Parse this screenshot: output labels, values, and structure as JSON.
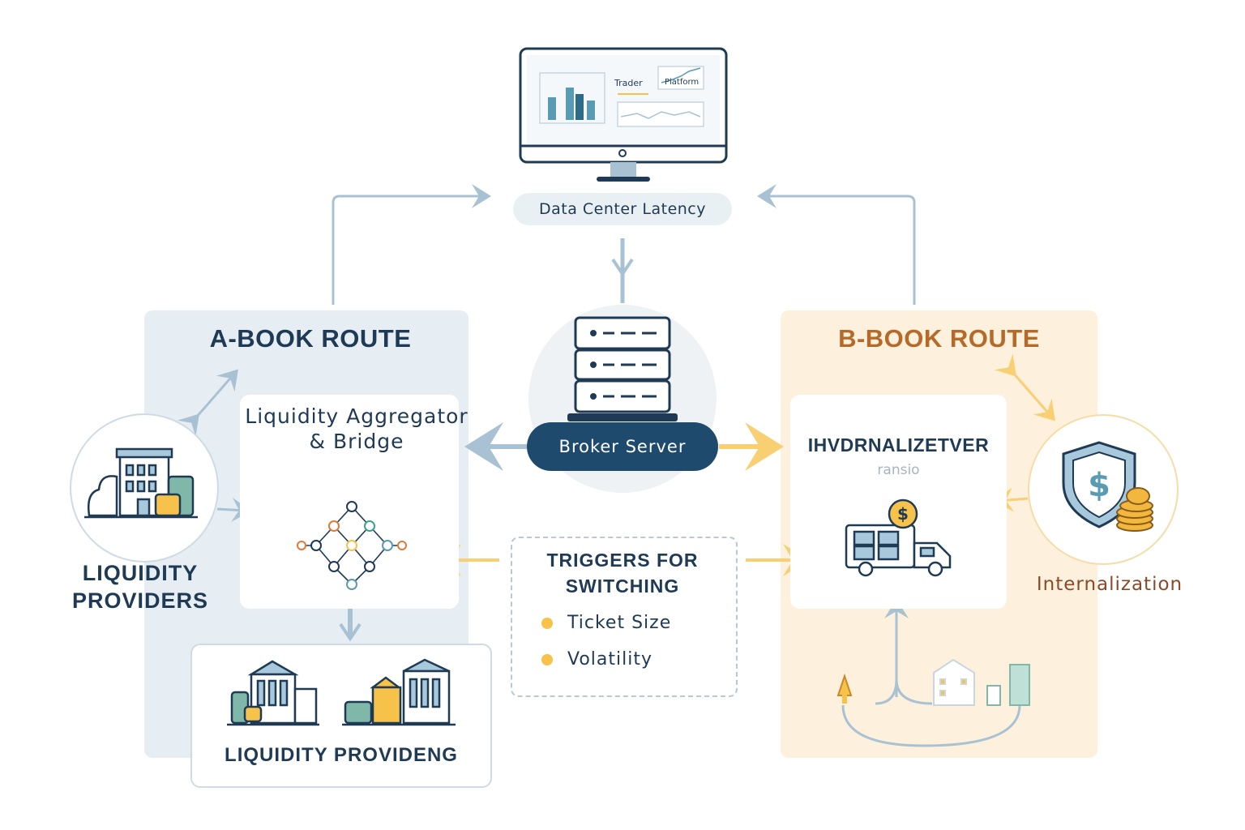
{
  "monitor": {
    "trader_label": "Trader",
    "platform_label": "Platform"
  },
  "latency": {
    "label": "Data Center Latency"
  },
  "server": {
    "label": "Broker Server"
  },
  "a_book": {
    "title": "A-BOOK ROUTE",
    "aggregator_label": "Liquidity Aggregator & Bridge",
    "lp_box_label": "LIQUIDITY PROVIDENG"
  },
  "liquidity_providers": {
    "label": "LIQUIDITY PROVIDERS"
  },
  "b_book": {
    "title": "B-BOOK ROUTE",
    "card_label": "IHVDRNALIZETVER",
    "card_sublabel": "ransio"
  },
  "internalization": {
    "label": "Internalization"
  },
  "triggers": {
    "title": "TRIGGERS FOR SWITCHING",
    "items": [
      "Ticket Size",
      "Volatility"
    ]
  },
  "colors": {
    "navy": "#1e4a6e",
    "a_book_panel": "#e7eef3",
    "b_book_panel": "#fdf0dc",
    "orange_accent": "#f7c24a",
    "b_book_title": "#b36a2a"
  }
}
